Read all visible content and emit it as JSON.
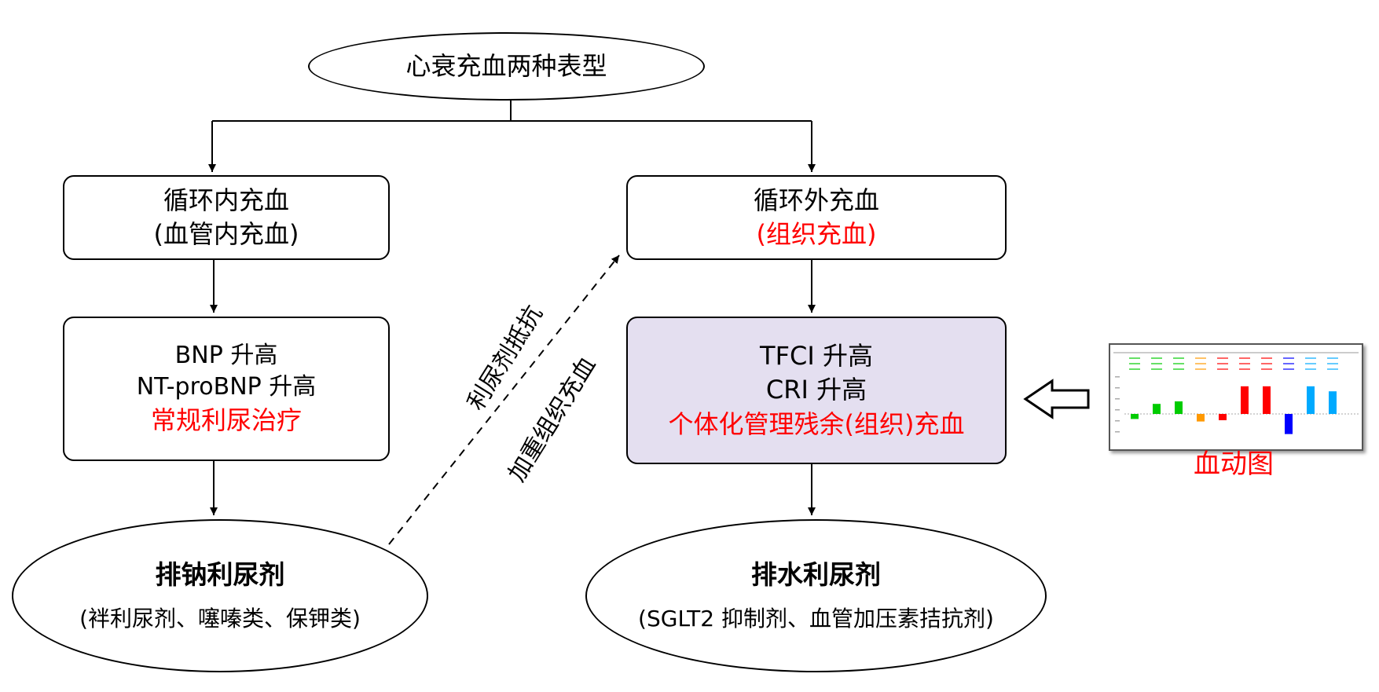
{
  "root": {
    "label": "心衰充血两种表型"
  },
  "left_branch": {
    "box1": {
      "line1": "循环内充血",
      "line2": "(血管内充血)"
    },
    "box2": {
      "line1": "BNP 升高",
      "line2": "NT-proBNP 升高",
      "line3": "常规利尿治疗"
    },
    "ellipse": {
      "title": "排钠利尿剂",
      "subtitle": "(袢利尿剂、噻嗪类、保钾类)"
    }
  },
  "right_branch": {
    "box1": {
      "line1": "循环外充血",
      "line2": "(组织充血)"
    },
    "box2": {
      "line1": "TFCI 升高",
      "line2": "CRI 升高",
      "line3": "个体化管理残余(组织)充血"
    },
    "ellipse": {
      "title": "排水利尿剂",
      "subtitle": "(SGLT2 抑制剂、血管加压素拮抗剂)"
    }
  },
  "dashed_link": {
    "line1": "利尿剂抵抗",
    "line2": "加重组织充血"
  },
  "hemodynamic_chart": {
    "label": "血动图",
    "bar_colors": [
      "#00cc00",
      "#00cc00",
      "#00cc00",
      "#ff9900",
      "#ff0000",
      "#ff0000",
      "#ff0000",
      "#0000ff",
      "#00aaff",
      "#00aaff"
    ],
    "bar_values": [
      -0.4,
      0.8,
      1.0,
      -0.6,
      -0.5,
      2.2,
      2.2,
      -1.6,
      2.2,
      1.8
    ]
  },
  "colors": {
    "highlight_fill": "#e4dff0",
    "accent_text": "#ff0000",
    "line": "#000000"
  }
}
